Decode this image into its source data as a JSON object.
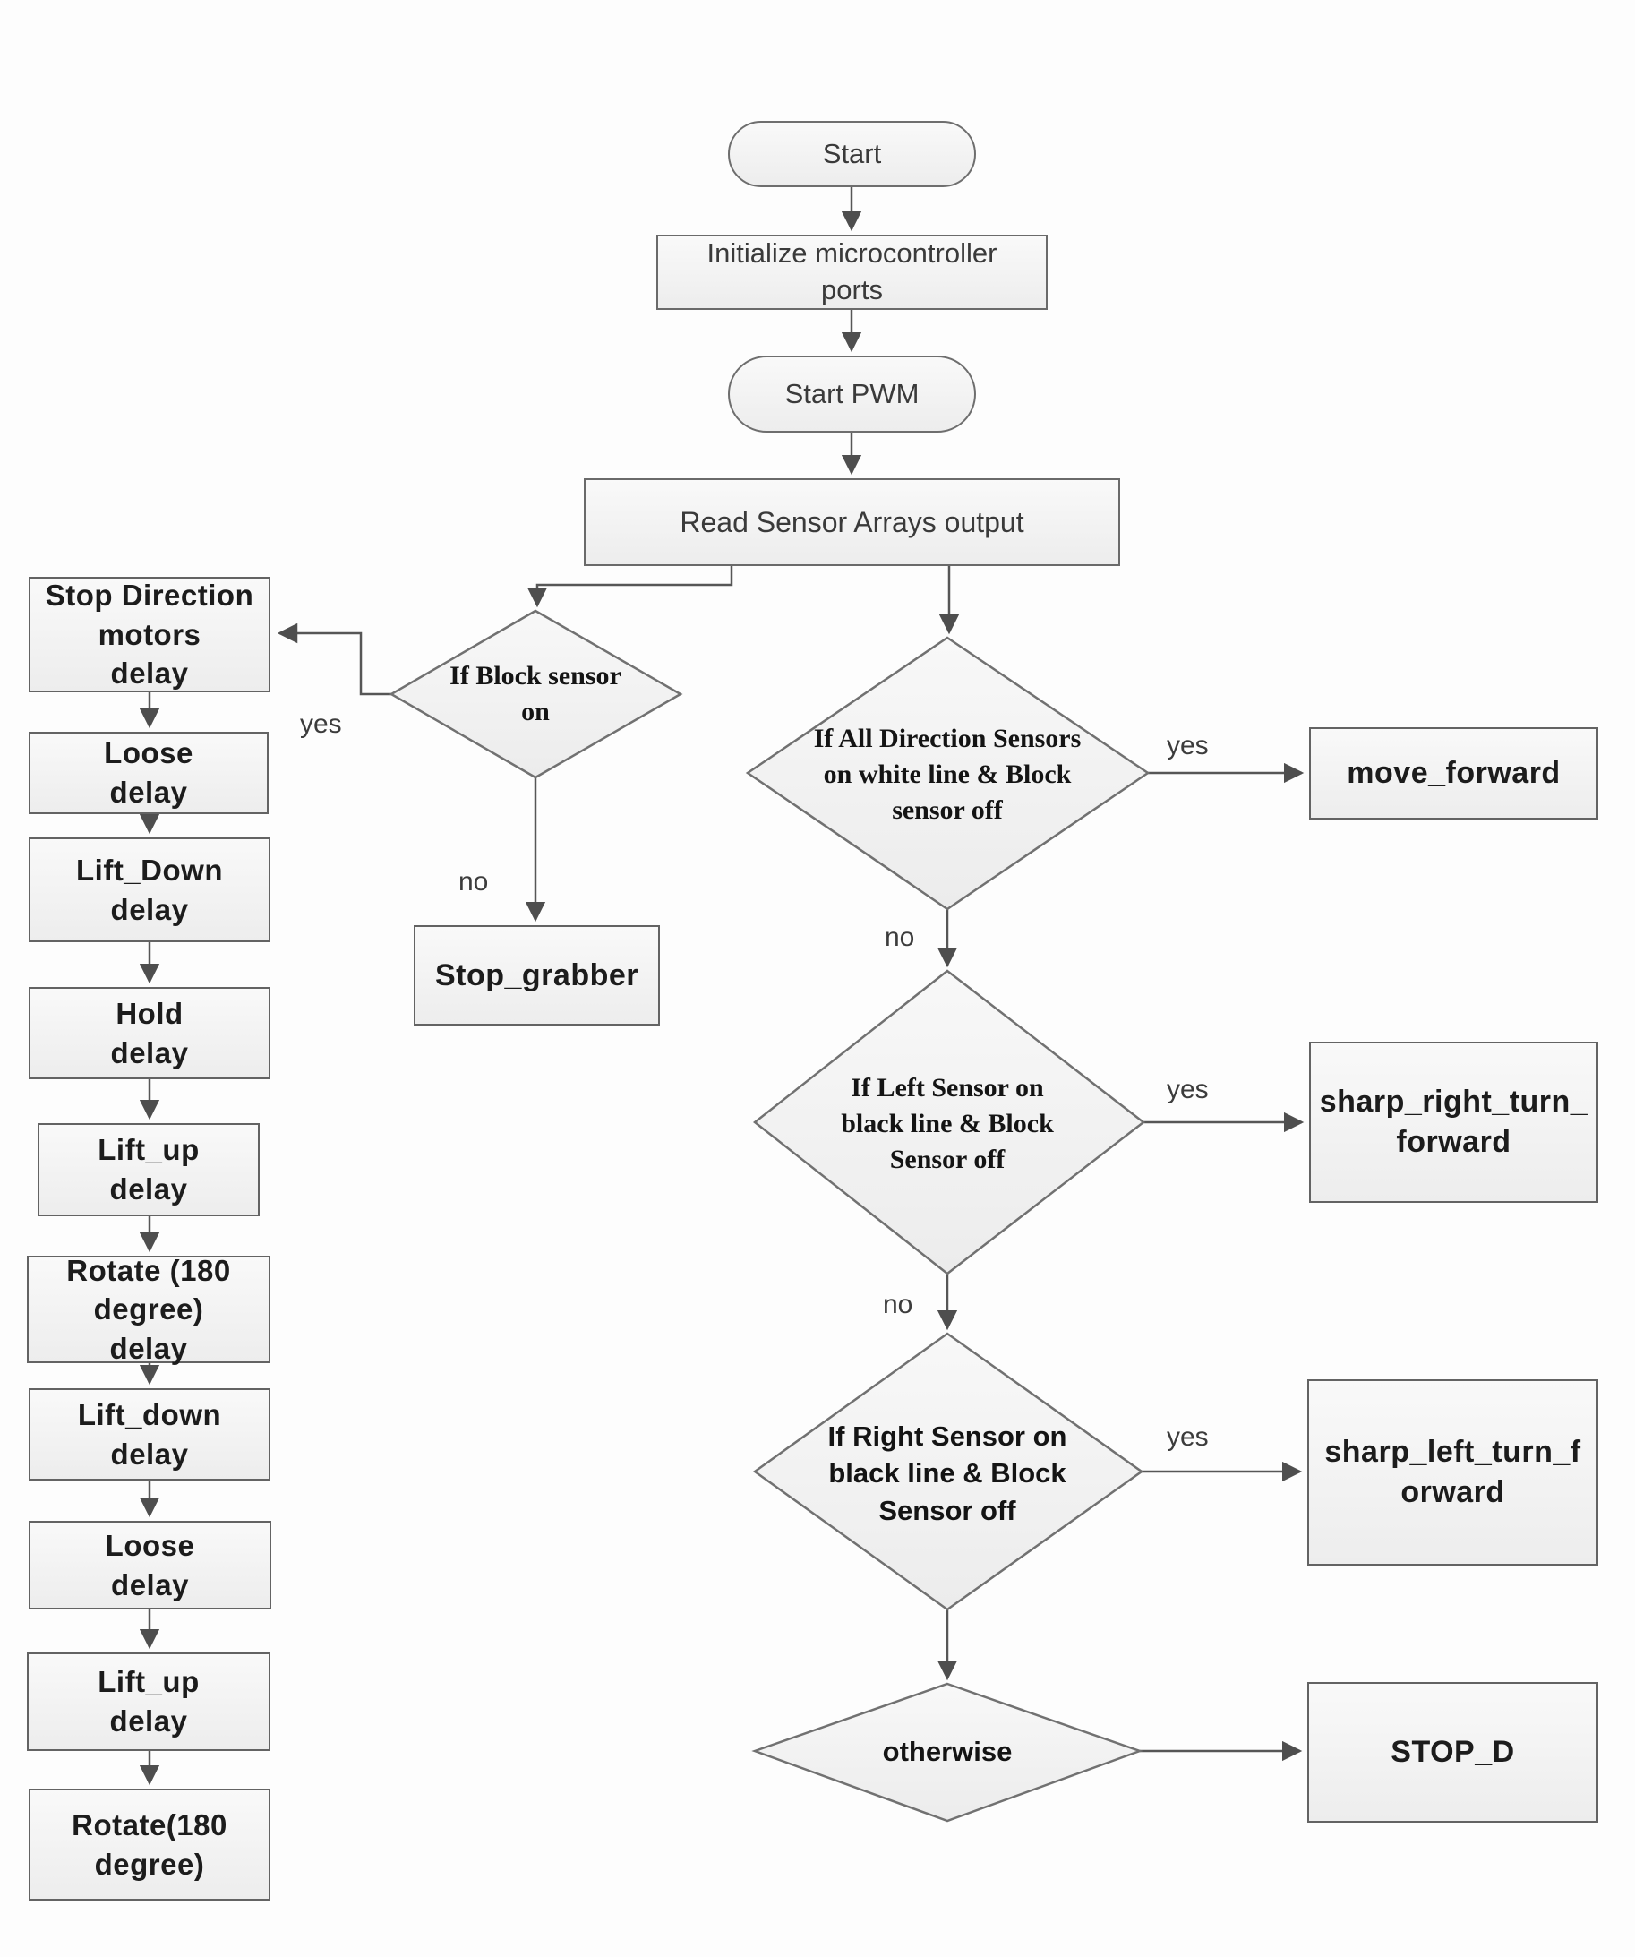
{
  "diagram": {
    "background": "#fdfdfd",
    "wire_color": "#565656",
    "node_border_color": "#636363",
    "node_fill_top": "#f9f9f9",
    "node_fill_bottom": "#ededed"
  },
  "nodes": {
    "start": {
      "label": "Start",
      "shape": "terminator"
    },
    "init_ports": {
      "label": "Initialize microcontroller\nports",
      "shape": "process"
    },
    "start_pwm": {
      "label": "Start PWM",
      "shape": "terminator"
    },
    "read_sensors": {
      "label": "Read Sensor Arrays output",
      "shape": "process"
    },
    "if_block_sensor": {
      "label": "If Block sensor\non",
      "shape": "decision"
    },
    "stop_grabber": {
      "label": "Stop_grabber",
      "shape": "process"
    },
    "stop_direction": {
      "label": "Stop Direction\nmotors\ndelay",
      "shape": "process"
    },
    "loose_1": {
      "label": "Loose\ndelay",
      "shape": "process"
    },
    "lift_down_1": {
      "label": "Lift_Down\ndelay",
      "shape": "process"
    },
    "hold": {
      "label": "Hold\ndelay",
      "shape": "process"
    },
    "lift_up_1": {
      "label": "Lift_up\ndelay",
      "shape": "process"
    },
    "rotate_1": {
      "label": "Rotate (180\ndegree)\ndelay",
      "shape": "process"
    },
    "lift_down_2": {
      "label": "Lift_down\ndelay",
      "shape": "process"
    },
    "loose_2": {
      "label": "Loose\ndelay",
      "shape": "process"
    },
    "lift_up_2": {
      "label": "Lift_up\ndelay",
      "shape": "process"
    },
    "rotate_2": {
      "label": "Rotate(180\ndegree)",
      "shape": "process"
    },
    "if_all_direction": {
      "label": "If All Direction Sensors\non white line & Block\nsensor off",
      "shape": "decision"
    },
    "move_forward": {
      "label": "move_forward",
      "shape": "process"
    },
    "if_left_sensor": {
      "label": "If Left Sensor on\nblack line & Block\nSensor off",
      "shape": "decision"
    },
    "sharp_right_turn": {
      "label": "sharp_right_turn_\nforward",
      "shape": "process"
    },
    "if_right_sensor": {
      "label": "If Right Sensor on\nblack line & Block\nSensor off",
      "shape": "decision"
    },
    "sharp_left_turn": {
      "label": "sharp_left_turn_f\norward",
      "shape": "process"
    },
    "otherwise": {
      "label": "otherwise",
      "shape": "decision"
    },
    "stop_d": {
      "label": "STOP_D",
      "shape": "process"
    }
  },
  "edge_labels": {
    "block_yes": "yes",
    "block_no": "no",
    "all_dir_yes": "yes",
    "all_dir_no": "no",
    "left_yes": "yes",
    "left_no": "no",
    "right_yes": "yes"
  }
}
